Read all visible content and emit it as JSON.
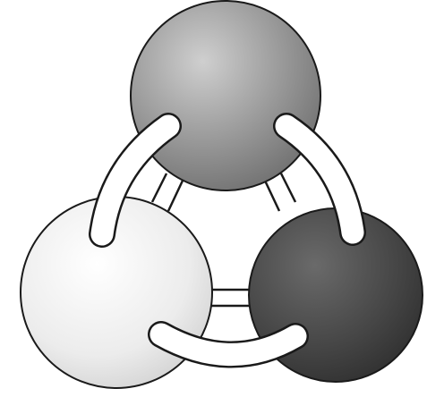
{
  "diagram": {
    "nodes": [
      {
        "id": "top",
        "shade": "medium-gray",
        "color": "#9a9a9a"
      },
      {
        "id": "left",
        "shade": "light-gray",
        "color": "#efefef"
      },
      {
        "id": "right",
        "shade": "dark-gray",
        "color": "#4a4a4a"
      }
    ],
    "links": [
      {
        "from": "top",
        "to": "left"
      },
      {
        "from": "top",
        "to": "right"
      },
      {
        "from": "left",
        "to": "right"
      }
    ],
    "colors": {
      "outline": "#1a1a1a",
      "band_fill": "#ffffff"
    }
  }
}
